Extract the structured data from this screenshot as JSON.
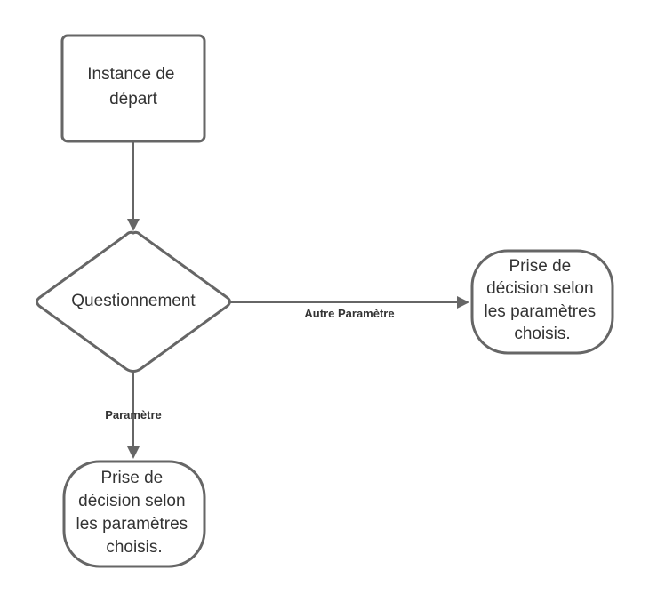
{
  "nodes": {
    "start": {
      "lines": [
        "Instance de",
        "départ"
      ]
    },
    "decision": {
      "lines": [
        "Questionnement"
      ]
    },
    "outcome_right": {
      "lines": [
        "Prise de",
        "décision selon",
        "les paramètres",
        "choisis."
      ]
    },
    "outcome_bottom": {
      "lines": [
        "Prise de",
        "décision selon",
        "les paramètres",
        "choisis."
      ]
    }
  },
  "edges": {
    "right_label": "Autre Paramètre",
    "bottom_label": "Paramètre"
  }
}
